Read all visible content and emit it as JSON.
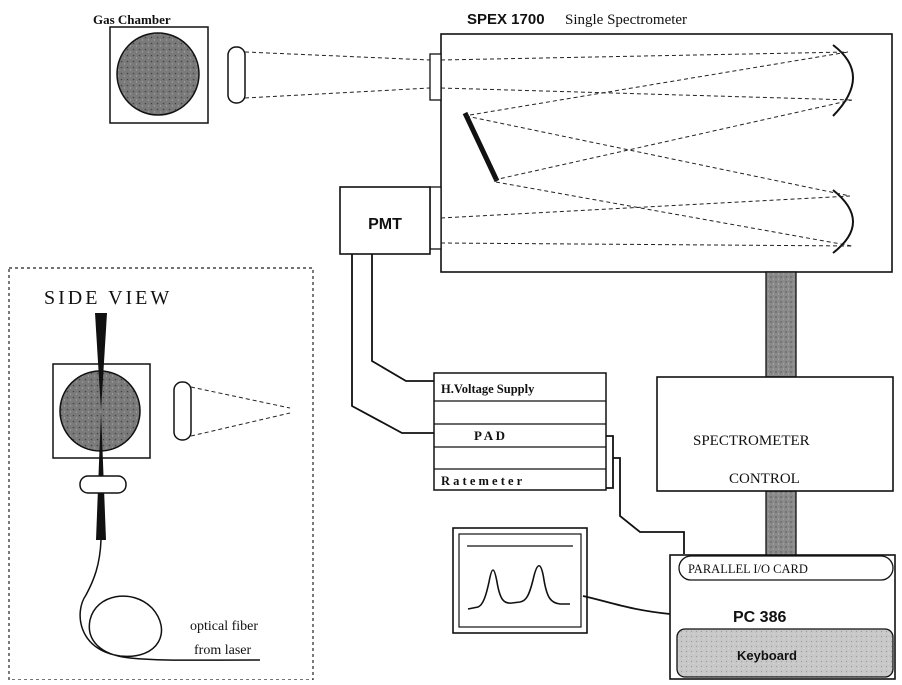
{
  "labels": {
    "gas_chamber": "Gas Chamber",
    "spectrometer_model": "SPEX 1700",
    "spectrometer_type": "Single Spectrometer",
    "pmt": "PMT",
    "side_view": "SIDE VIEW",
    "hv_supply": "H.Voltage Supply",
    "pad": "P A D",
    "ratemeter": "R a t e m e t e r",
    "spectrometer_control_line1": "SPECTROMETER",
    "spectrometer_control_line2": "CONTROL",
    "parallel_io_card": "PARALLEL I/O CARD",
    "pc": "PC 386",
    "keyboard": "Keyboard",
    "fiber_line1": "optical fiber",
    "fiber_line2": "from laser"
  },
  "colors": {
    "stroke": "#111111",
    "chamber_fill": "#6f6f6f",
    "cable_fill": "#8a8a8a",
    "keyboard_fill": "#c4c4c4",
    "background": "#ffffff"
  }
}
